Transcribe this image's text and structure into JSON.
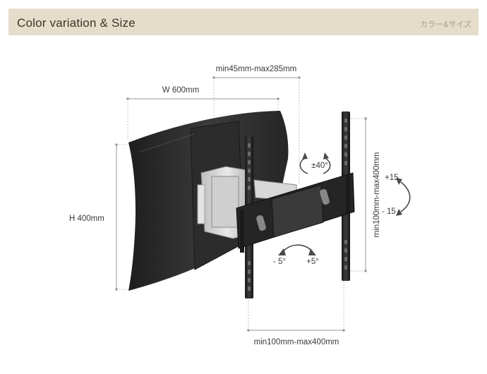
{
  "header": {
    "title": "Color variation & Size",
    "subtitle": "カラー&サイズ"
  },
  "dimensions": {
    "width": "W 600mm",
    "height": "H 400mm",
    "arm_extension": "min45mm-max285mm",
    "vesa_vertical": "min100mm-max400mm",
    "vesa_horizontal": "min100mm-max400mm"
  },
  "angles": {
    "swivel": "±40°",
    "tilt_up": "+15",
    "tilt_down": "- 15",
    "level_minus": "- 5°",
    "level_plus": "+5°"
  },
  "colors": {
    "header_bg": "#e5dcca",
    "mount_color": "#2a2a2a",
    "dimension_line": "#9a9a9a"
  }
}
